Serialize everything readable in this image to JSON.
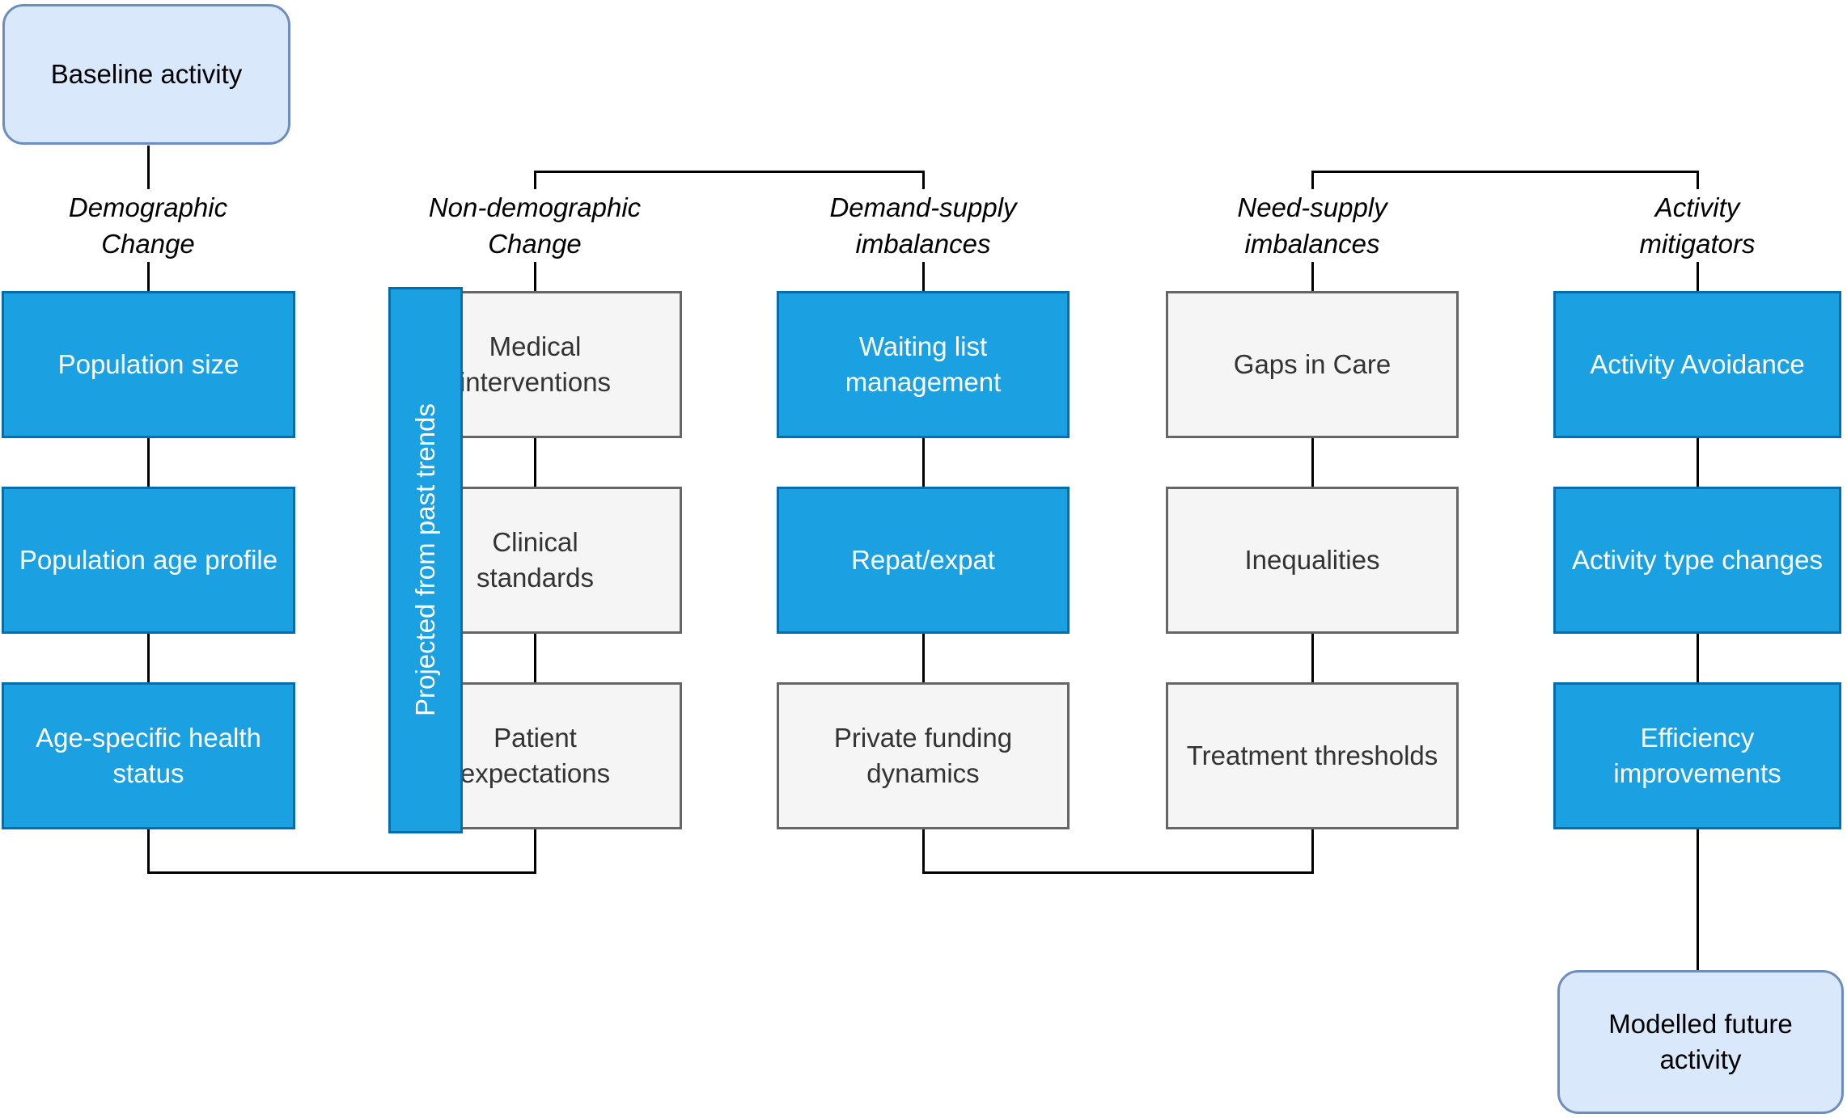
{
  "terminals": {
    "start": "Baseline activity",
    "end": "Modelled future\nactivity"
  },
  "side_bar": {
    "label": "Projected from past trends"
  },
  "columns": [
    {
      "header": "Demographic\nChange",
      "boxes": [
        {
          "label": "Population size"
        },
        {
          "label": "Population age profile"
        },
        {
          "label": "Age-specific health\nstatus"
        }
      ]
    },
    {
      "header": "Non-demographic\nChange",
      "boxes": [
        {
          "label": "Medical\ninterventions"
        },
        {
          "label": "Clinical\nstandards"
        },
        {
          "label": "Patient\nexpectations"
        }
      ]
    },
    {
      "header": "Demand-supply\nimbalances",
      "boxes": [
        {
          "label": "Waiting list\nmanagement"
        },
        {
          "label": "Repat/expat"
        },
        {
          "label": "Private funding\ndynamics"
        }
      ]
    },
    {
      "header": "Need-supply\nimbalances",
      "boxes": [
        {
          "label": "Gaps in Care"
        },
        {
          "label": "Inequalities"
        },
        {
          "label": "Treatment thresholds"
        }
      ]
    },
    {
      "header": "Activity\nmitigators",
      "boxes": [
        {
          "label": "Activity Avoidance"
        },
        {
          "label": "Activity type changes"
        },
        {
          "label": "Efficiency\nimprovements"
        }
      ]
    }
  ],
  "colors": {
    "node-blue-fill": "#1BA1E2",
    "node-blue-stroke": "#006EAF",
    "node-gray-fill": "#F5F5F5",
    "node-gray-stroke": "#666666",
    "node-light-fill": "#DAE8FC",
    "node-light-stroke": "#6C8EBF",
    "connector": "#000000",
    "gray-text": "#333333",
    "white-text": "#FFFFFF"
  }
}
